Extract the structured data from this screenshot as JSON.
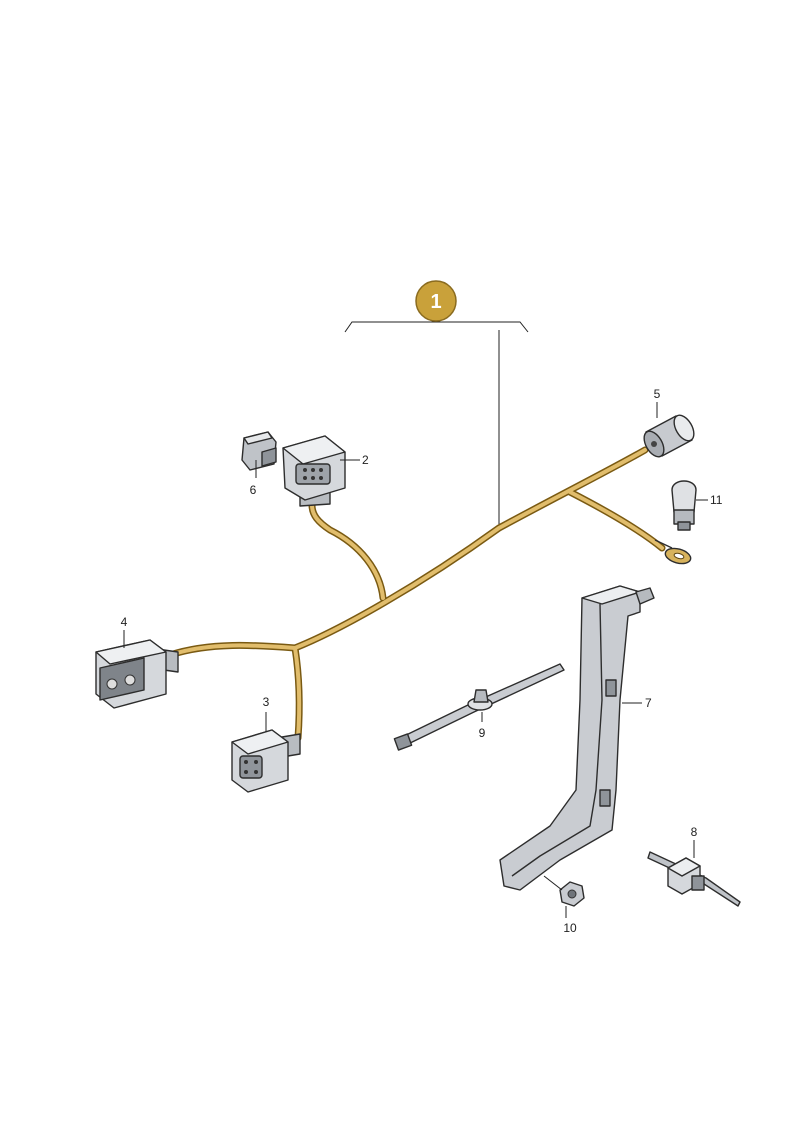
{
  "diagram": {
    "assembly_badge": {
      "label": "1",
      "color": "#c9a13a"
    },
    "callouts": {
      "c2": "2",
      "c3": "3",
      "c4": "4",
      "c5": "5",
      "c6": "6",
      "c7": "7",
      "c8": "8",
      "c9": "9",
      "c10": "10",
      "c11": "11"
    },
    "colors": {
      "harness": "#e1bd6c",
      "harness_edge": "#7a5a12",
      "part_fill": "#d5d8dc",
      "part_shadow": "#9ea3a9"
    }
  }
}
